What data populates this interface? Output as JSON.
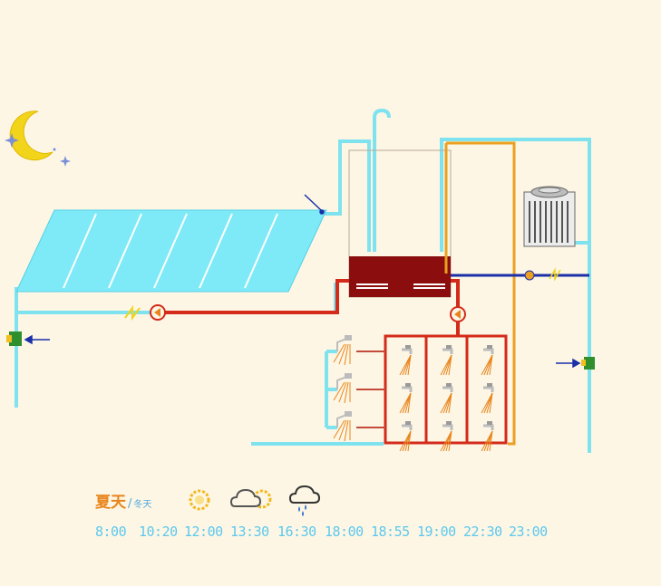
{
  "season": {
    "summer_label": "夏天",
    "separator": "/",
    "winter_label": "冬天"
  },
  "weather_icons": [
    "sun-icon",
    "cloudy-sun-icon",
    "rain-cloud-icon"
  ],
  "time_labels": [
    "8:00",
    "10:20",
    "12:00",
    "13:30",
    "16:30",
    "18:00",
    "18:55",
    "19:00",
    "22:30",
    "23:00"
  ],
  "scene": {
    "time_of_day_icon": "moon-icon"
  },
  "colors": {
    "background": "#fdf6e4",
    "cold_pipe": "#7fe3ef",
    "hot_pipe": "#d42a1a",
    "return_pipe": "#eaa021",
    "blue_pipe": "#1a2fa8",
    "tank_hot": "#8b0d0d",
    "collector": "#7eeaf7",
    "moon": "#f2d41a"
  }
}
